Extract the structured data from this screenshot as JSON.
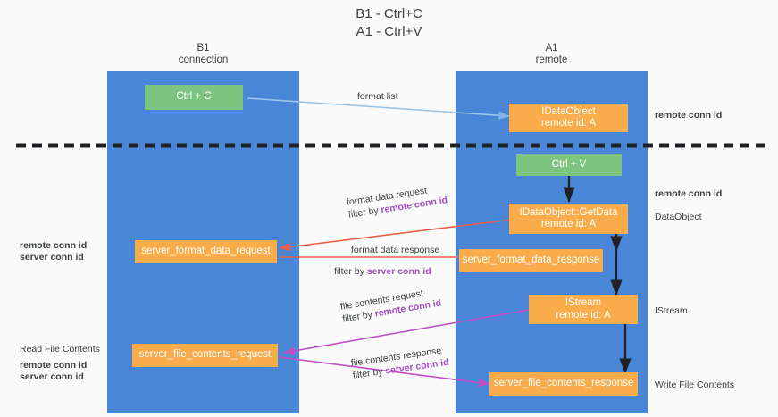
{
  "title": {
    "line1": "B1 - Ctrl+C",
    "line2": "A1 - Ctrl+V"
  },
  "lanes": [
    {
      "id": "b1",
      "name": "B1",
      "role": "connection",
      "color": "#4a86d8"
    },
    {
      "id": "a1",
      "name": "A1",
      "role": "remote",
      "color": "#4a86d8"
    }
  ],
  "colors": {
    "lane": "#4a86d8",
    "node_orange": "#f9ac49",
    "node_green": "#7cc47f",
    "remote_conn_id": "#a34fc4",
    "server_conn_id": "#5aa95e",
    "arrow_format_list": "#9ec5ea",
    "arrow_format_data": "#e8604c",
    "arrow_file_contents": "#c council",
    "arrow_black": "#202124",
    "divider": "#202124"
  },
  "nodes": {
    "ctrl_c": {
      "label": "Ctrl + C"
    },
    "idataobject_top": {
      "label": "IDataObject",
      "sub": "remote id: A"
    },
    "ctrl_v": {
      "label": "Ctrl + V"
    },
    "getdata": {
      "label": "IDataObject::GetData",
      "sub": "remote id: A"
    },
    "server_format_data_request": {
      "label": "server_format_data_request"
    },
    "server_format_data_response": {
      "label": "server_format_data_response"
    },
    "istream": {
      "label": "IStream",
      "sub": "remote id: A"
    },
    "server_file_contents_request": {
      "label": "server_file_contents_request"
    },
    "server_file_contents_response": {
      "label": "server_file_contents_response"
    }
  },
  "edge_labels": {
    "format_list": "format list",
    "format_data_request": "format data request",
    "format_data_request_filter_prefix": "filter by ",
    "format_data_request_filter_key": "remote conn id",
    "format_data_response": "format data response",
    "format_data_response_filter_prefix": "filter by ",
    "format_data_response_filter_key": "server conn id",
    "file_contents_request": "file contents request",
    "file_contents_request_filter_prefix": "filter by ",
    "file_contents_request_filter_key": "remote conn id",
    "file_contents_response": "file contents response",
    "file_contents_response_filter_prefix": "filter by ",
    "file_contents_response_filter_key": "server conn id"
  },
  "annotations": {
    "right_remote_conn_id_top": "remote conn id",
    "right_remote_conn_id_mid": "remote conn id",
    "right_dataobject": "DataObject",
    "right_istream": "IStream",
    "right_write_file_contents": "Write File Contents",
    "left_remote_conn_id_mid": "remote conn id",
    "left_server_conn_id_mid": "server conn id",
    "left_read_file_contents": "Read File Contents",
    "left_remote_conn_id_bottom": "remote conn id",
    "left_server_conn_id_bottom": "server conn id"
  }
}
